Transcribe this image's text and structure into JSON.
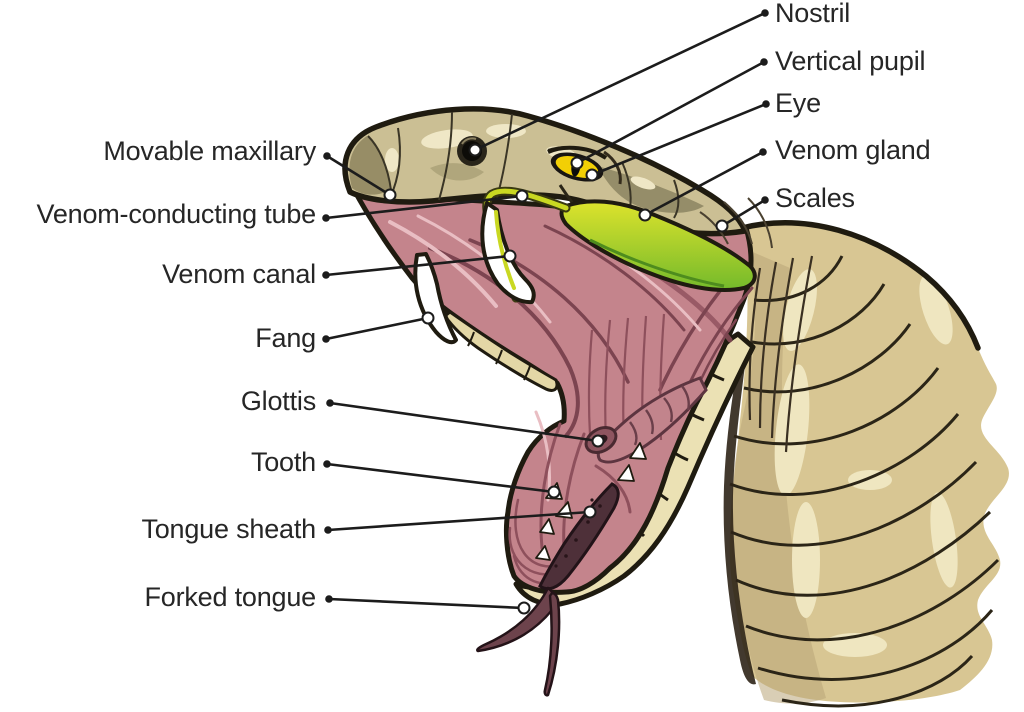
{
  "labels": {
    "right": [
      {
        "text": "Nostril"
      },
      {
        "text": "Vertical pupil"
      },
      {
        "text": "Eye"
      },
      {
        "text": "Venom gland"
      },
      {
        "text": "Scales"
      }
    ],
    "left": [
      {
        "text": "Movable maxillary"
      },
      {
        "text": "Venom-conducting tube"
      },
      {
        "text": "Venom canal"
      },
      {
        "text": "Fang"
      },
      {
        "text": "Glottis"
      },
      {
        "text": "Tooth"
      },
      {
        "text": "Tongue sheath"
      },
      {
        "text": "Forked tongue"
      }
    ]
  },
  "colors": {
    "background": "#ffffff",
    "outline_black": "#1f1b10",
    "label_text": "#262626",
    "leader_line": "#1c1c1c",
    "head_scales_tan": "#cbbf94",
    "scale_patch_olive": "#978d66",
    "highlight_cream": "#efe7c6",
    "mouth_pink": "#c4848c",
    "mouth_fold_dark": "#7c4450",
    "venom_gland_yellow": "#d9e02a",
    "venom_gland_green": "#74ba2b",
    "eye_yellow": "#f2cf05",
    "fang_white": "#ffffff",
    "tongue_maroon": "#6d434c",
    "tongue_sheath_dark": "#4e3039",
    "body_tan": "#d8c693",
    "body_shadow_tan": "#b5a273",
    "jaw_scale_band_cream": "#ebe1b4"
  }
}
